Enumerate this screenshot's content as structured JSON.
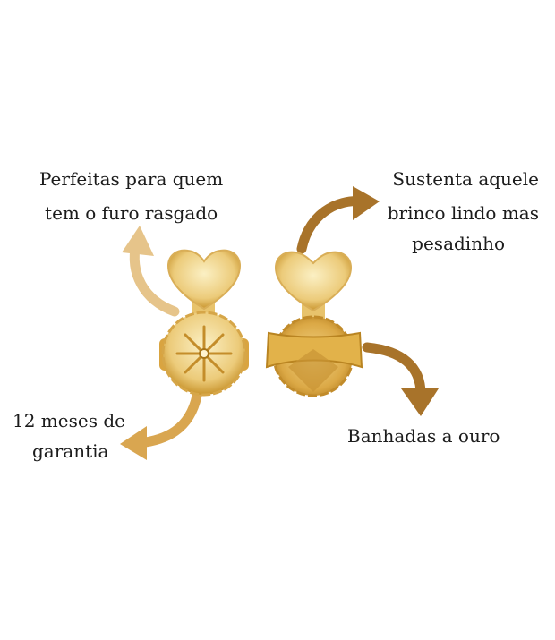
{
  "captions": {
    "top_left": [
      "Perfeitas para quem",
      "tem o furo rasgado"
    ],
    "top_right": [
      "Sustenta aquele",
      "brinco lindo mas",
      "pesadinho"
    ],
    "bottom_left": [
      "12 meses de",
      "garantia"
    ],
    "bottom_right": "Banhadas a ouro"
  },
  "colors": {
    "arrow_light": "#e6c48a",
    "arrow_mid": "#d9a650",
    "arrow_dark": "#a8732a",
    "gold_light": "#f5e3a6",
    "gold": "#e2b24a",
    "gold_dark": "#b98421"
  }
}
